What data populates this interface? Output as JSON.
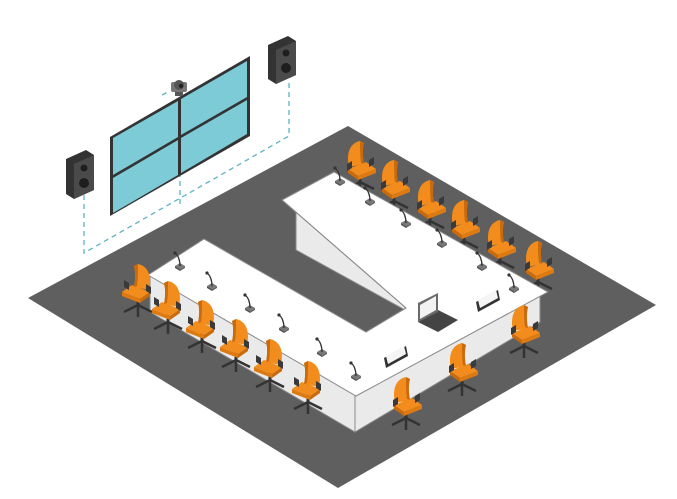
{
  "scene": {
    "palette": {
      "background": "#ffffff",
      "floor": "#5f5f5f",
      "table_top": "#ffffff",
      "table_side": "#eaeaea",
      "table_outline": "#8a8a8a",
      "chair": "#f28c1c",
      "chair_shade": "#c96a0c",
      "chair_base": "#333333",
      "screen": "#7ecbd8",
      "frame": "#333333",
      "speaker": "#4a4a4a",
      "cable": "#5fb3bf"
    },
    "objects": {
      "video_wall": {
        "icon": "video-wall-icon",
        "panels": 4
      },
      "camera": {
        "icon": "ptz-camera-icon"
      },
      "speakers": {
        "icon": "speaker-icon",
        "count": 2
      },
      "conference_table": {
        "icon": "u-shaped-table-icon"
      },
      "microphones": {
        "icon": "gooseneck-microphone-icon",
        "count": 12
      },
      "chairs": {
        "icon": "office-chair-icon",
        "count": 15
      },
      "laptop": {
        "icon": "laptop-icon"
      },
      "tablets": {
        "icon": "tablet-icon",
        "count": 2
      }
    }
  }
}
